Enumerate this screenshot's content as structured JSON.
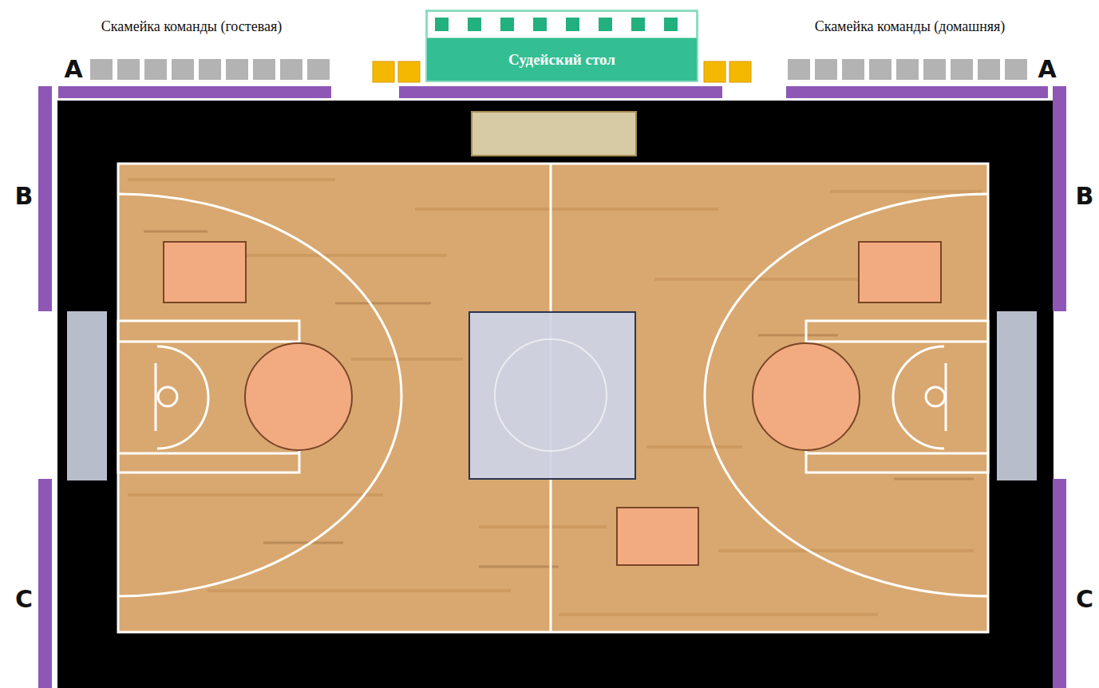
{
  "diagram": {
    "nodes": [
      {
        "text": [
          "Судейский стол"
        ]
      }
    ],
    "labels": [
      "Скамейка команды (гостевая)",
      "Скамейка команды (домашняя)",
      "A",
      "A",
      "B",
      "B",
      "C",
      "C"
    ]
  }
}
